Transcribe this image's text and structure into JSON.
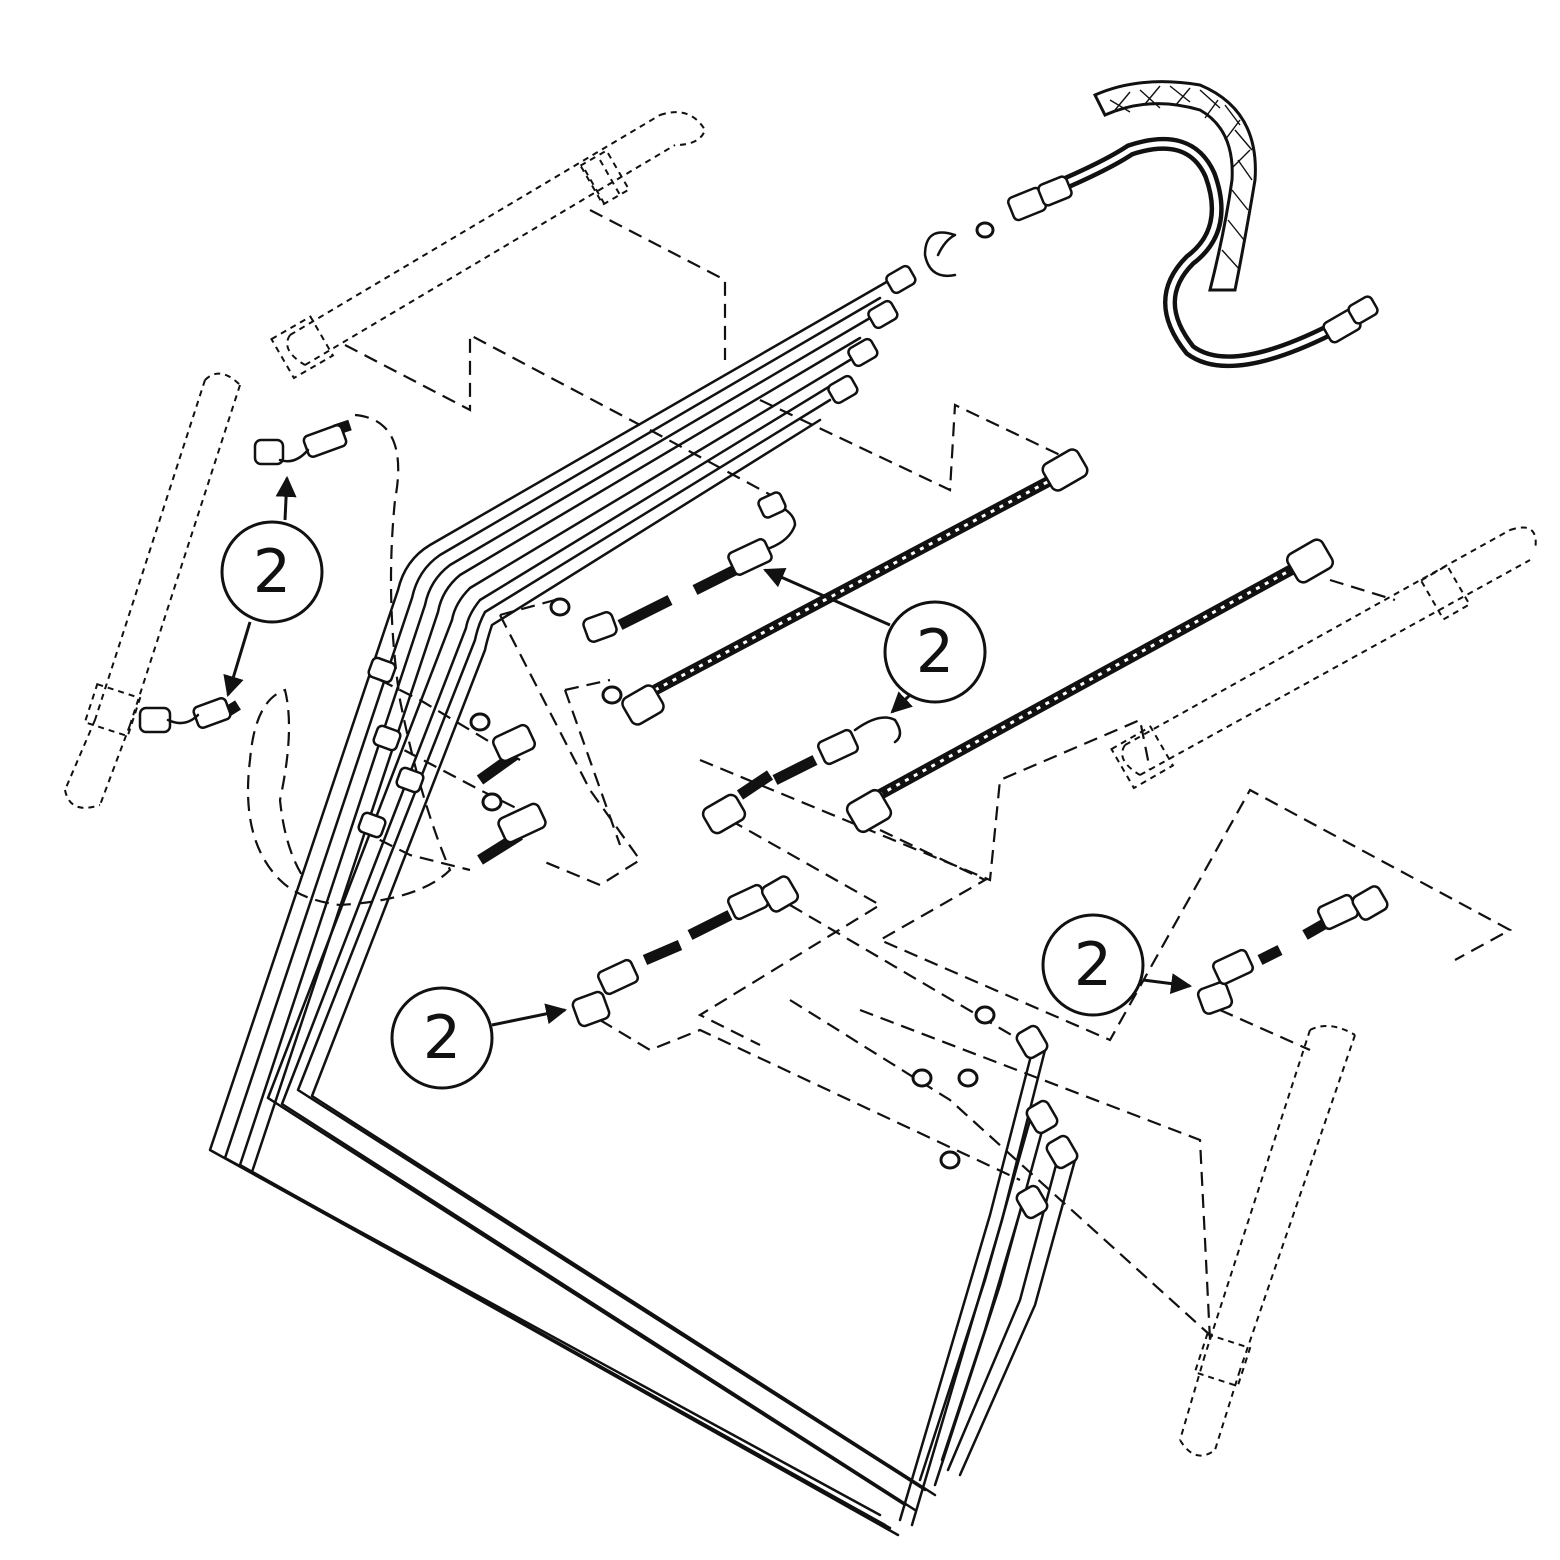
{
  "callouts": [
    {
      "id": "callout-top-left",
      "label": "2"
    },
    {
      "id": "callout-center-right",
      "label": "2"
    },
    {
      "id": "callout-bottom-left",
      "label": "2"
    },
    {
      "id": "callout-right",
      "label": "2"
    }
  ],
  "colors": {
    "line": "#111111",
    "background": "#ffffff"
  }
}
